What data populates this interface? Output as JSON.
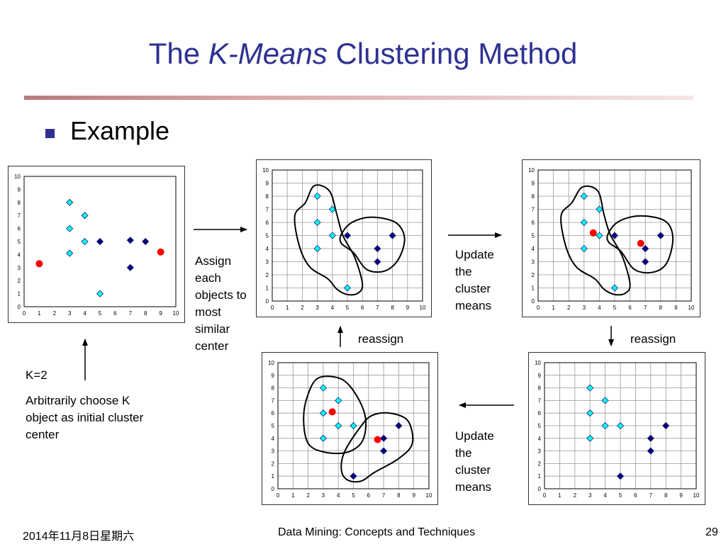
{
  "slide": {
    "title_pre": "The ",
    "title_em": "K-Means",
    "title_post": " Clustering Method",
    "bullet": "Example"
  },
  "labels": {
    "k": "K=2",
    "initial": "Arbitrarily choose K object as initial cluster center",
    "assign": "Assign each objects to most similar center",
    "update_top": "Update the cluster means",
    "update_bottom": "Update the cluster means",
    "reassign_left": "reassign",
    "reassign_right": "reassign"
  },
  "footer": {
    "date": "2014年11月8日星期六",
    "center": "Data Mining: Concepts and Techniques",
    "page": "29"
  },
  "colors": {
    "title": "#2e3192",
    "cluster_a": "#00ffff",
    "cluster_b": "#000080",
    "center": "#ff0000"
  },
  "chart_data": [
    {
      "id": "initial",
      "type": "scatter",
      "xlim": [
        0,
        10
      ],
      "ylim": [
        0,
        10
      ],
      "grid": false,
      "x_ticks": [
        "0",
        "1",
        "2",
        "3",
        "4",
        "5",
        "6",
        "7",
        "8",
        "9",
        "10"
      ],
      "y_ticks": [
        "0",
        "1",
        "2",
        "3",
        "4",
        "5",
        "6",
        "7",
        "8",
        "9",
        "10"
      ],
      "series": [
        {
          "marker": "diamond",
          "color": "#00ffff",
          "points": [
            [
              3,
              8
            ],
            [
              4,
              7
            ],
            [
              3,
              6
            ],
            [
              4,
              5
            ],
            [
              3,
              4.1
            ],
            [
              5,
              1
            ]
          ]
        },
        {
          "marker": "diamond",
          "color": "#000080",
          "points": [
            [
              5,
              5
            ],
            [
              7,
              5.1
            ],
            [
              8,
              5
            ],
            [
              7,
              3
            ]
          ]
        },
        {
          "marker": "circle",
          "color": "#ff0000",
          "points": [
            [
              1,
              3.3
            ],
            [
              9,
              4.2
            ]
          ]
        }
      ],
      "clusters": []
    },
    {
      "id": "assigned",
      "type": "scatter",
      "xlim": [
        0,
        10
      ],
      "ylim": [
        0,
        10
      ],
      "grid": true,
      "x_ticks": [
        "0",
        "1",
        "2",
        "3",
        "4",
        "5",
        "6",
        "7",
        "8",
        "9",
        "10"
      ],
      "y_ticks": [
        "0",
        "1",
        "2",
        "3",
        "4",
        "5",
        "6",
        "7",
        "8",
        "9",
        "10"
      ],
      "series": [
        {
          "marker": "diamond",
          "color": "#00ffff",
          "points": [
            [
              3,
              8
            ],
            [
              4,
              7
            ],
            [
              3,
              6
            ],
            [
              4,
              5
            ],
            [
              3,
              4
            ],
            [
              5,
              1
            ]
          ]
        },
        {
          "marker": "diamond",
          "color": "#000080",
          "points": [
            [
              5,
              5
            ],
            [
              7,
              4
            ],
            [
              8,
              5
            ],
            [
              7,
              3
            ]
          ]
        }
      ],
      "clusters": [
        [
          [
            2.2,
            7.5
          ],
          [
            2.8,
            8.8
          ],
          [
            3.8,
            8.4
          ],
          [
            4.3,
            6.6
          ],
          [
            4.7,
            5.0
          ],
          [
            5.5,
            3.3
          ],
          [
            6.0,
            1.3
          ],
          [
            5.7,
            0.6
          ],
          [
            5.0,
            0.5
          ],
          [
            4.3,
            0.9
          ],
          [
            3.7,
            1.7
          ],
          [
            2.5,
            2.6
          ],
          [
            1.8,
            4.2
          ],
          [
            1.5,
            6.5
          ]
        ],
        [
          [
            4.6,
            5.1
          ],
          [
            5.3,
            6.0
          ],
          [
            6.6,
            6.4
          ],
          [
            8.2,
            6.0
          ],
          [
            8.8,
            4.8
          ],
          [
            8.4,
            3.2
          ],
          [
            7.5,
            2.3
          ],
          [
            6.3,
            2.4
          ],
          [
            5.4,
            3.7
          ],
          [
            4.6,
            4.4
          ]
        ]
      ]
    },
    {
      "id": "means_updated",
      "type": "scatter",
      "xlim": [
        0,
        10
      ],
      "ylim": [
        0,
        10
      ],
      "grid": true,
      "x_ticks": [
        "0",
        "1",
        "2",
        "3",
        "4",
        "5",
        "6",
        "7",
        "8",
        "9",
        "10"
      ],
      "y_ticks": [
        "0",
        "1",
        "2",
        "3",
        "4",
        "5",
        "6",
        "7",
        "8",
        "9",
        "10"
      ],
      "series": [
        {
          "marker": "diamond",
          "color": "#00ffff",
          "points": [
            [
              3,
              8
            ],
            [
              4,
              7
            ],
            [
              3,
              6
            ],
            [
              4,
              5
            ],
            [
              3,
              4
            ],
            [
              5,
              1
            ]
          ]
        },
        {
          "marker": "diamond",
          "color": "#000080",
          "points": [
            [
              5,
              5
            ],
            [
              7,
              4
            ],
            [
              8,
              5
            ],
            [
              7,
              3
            ]
          ]
        },
        {
          "marker": "circle",
          "color": "#ff0000",
          "points": [
            [
              3.6,
              5.2
            ],
            [
              6.7,
              4.4
            ]
          ]
        }
      ],
      "clusters": [
        [
          [
            2.2,
            7.5
          ],
          [
            2.9,
            8.7
          ],
          [
            3.9,
            8.4
          ],
          [
            4.3,
            6.6
          ],
          [
            4.7,
            5.1
          ],
          [
            5.5,
            3.4
          ],
          [
            6.0,
            1.3
          ],
          [
            5.7,
            0.6
          ],
          [
            5.0,
            0.5
          ],
          [
            4.3,
            0.9
          ],
          [
            3.7,
            1.7
          ],
          [
            2.5,
            2.6
          ],
          [
            1.8,
            4.2
          ],
          [
            1.5,
            6.5
          ]
        ],
        [
          [
            4.6,
            5.2
          ],
          [
            5.3,
            6.1
          ],
          [
            6.7,
            6.5
          ],
          [
            8.3,
            6.1
          ],
          [
            8.8,
            4.8
          ],
          [
            8.4,
            2.9
          ],
          [
            7.5,
            2.2
          ],
          [
            6.3,
            2.4
          ],
          [
            5.4,
            3.8
          ],
          [
            4.6,
            4.5
          ]
        ]
      ]
    },
    {
      "id": "reassigned",
      "type": "scatter",
      "xlim": [
        0,
        10
      ],
      "ylim": [
        0,
        10
      ],
      "grid": true,
      "x_ticks": [
        "0",
        "1",
        "2",
        "3",
        "4",
        "5",
        "6",
        "7",
        "8",
        "9",
        "10"
      ],
      "y_ticks": [
        "0",
        "1",
        "2",
        "3",
        "4",
        "5",
        "6",
        "7",
        "8",
        "9",
        "10"
      ],
      "series": [
        {
          "marker": "diamond",
          "color": "#00ffff",
          "points": [
            [
              3,
              8
            ],
            [
              4,
              7
            ],
            [
              3,
              6
            ],
            [
              4,
              5
            ],
            [
              5,
              5
            ],
            [
              3,
              4
            ]
          ]
        },
        {
          "marker": "diamond",
          "color": "#000080",
          "points": [
            [
              7,
              4
            ],
            [
              8,
              5
            ],
            [
              7,
              3
            ],
            [
              5,
              1
            ]
          ]
        }
      ],
      "clusters": []
    },
    {
      "id": "final",
      "type": "scatter",
      "xlim": [
        0,
        10
      ],
      "ylim": [
        0,
        10
      ],
      "grid": true,
      "x_ticks": [
        "0",
        "1",
        "2",
        "3",
        "4",
        "5",
        "6",
        "7",
        "8",
        "9",
        "10"
      ],
      "y_ticks": [
        "0",
        "1",
        "2",
        "3",
        "4",
        "5",
        "6",
        "7",
        "8",
        "9",
        "10"
      ],
      "series": [
        {
          "marker": "diamond",
          "color": "#00ffff",
          "points": [
            [
              3,
              8
            ],
            [
              4,
              7
            ],
            [
              3,
              6
            ],
            [
              4,
              5
            ],
            [
              5,
              5
            ],
            [
              3,
              4
            ]
          ]
        },
        {
          "marker": "diamond",
          "color": "#000080",
          "points": [
            [
              7,
              4
            ],
            [
              8,
              5
            ],
            [
              7,
              3
            ],
            [
              5,
              1
            ]
          ]
        },
        {
          "marker": "circle",
          "color": "#ff0000",
          "points": [
            [
              3.6,
              6.1
            ],
            [
              6.6,
              3.9
            ]
          ]
        }
      ],
      "clusters": [
        [
          [
            2.0,
            7.5
          ],
          [
            2.7,
            8.8
          ],
          [
            4.2,
            8.7
          ],
          [
            5.2,
            7.4
          ],
          [
            5.8,
            5.6
          ],
          [
            5.6,
            3.8
          ],
          [
            4.6,
            2.9
          ],
          [
            3.1,
            2.9
          ],
          [
            2.0,
            3.6
          ],
          [
            1.7,
            5.6
          ]
        ],
        [
          [
            4.4,
            2.9
          ],
          [
            5.4,
            4.8
          ],
          [
            6.2,
            5.8
          ],
          [
            7.4,
            6.0
          ],
          [
            8.6,
            5.4
          ],
          [
            8.9,
            3.6
          ],
          [
            8.0,
            2.4
          ],
          [
            6.4,
            1.3
          ],
          [
            5.5,
            0.6
          ],
          [
            4.6,
            0.7
          ],
          [
            4.2,
            1.5
          ]
        ]
      ]
    }
  ]
}
